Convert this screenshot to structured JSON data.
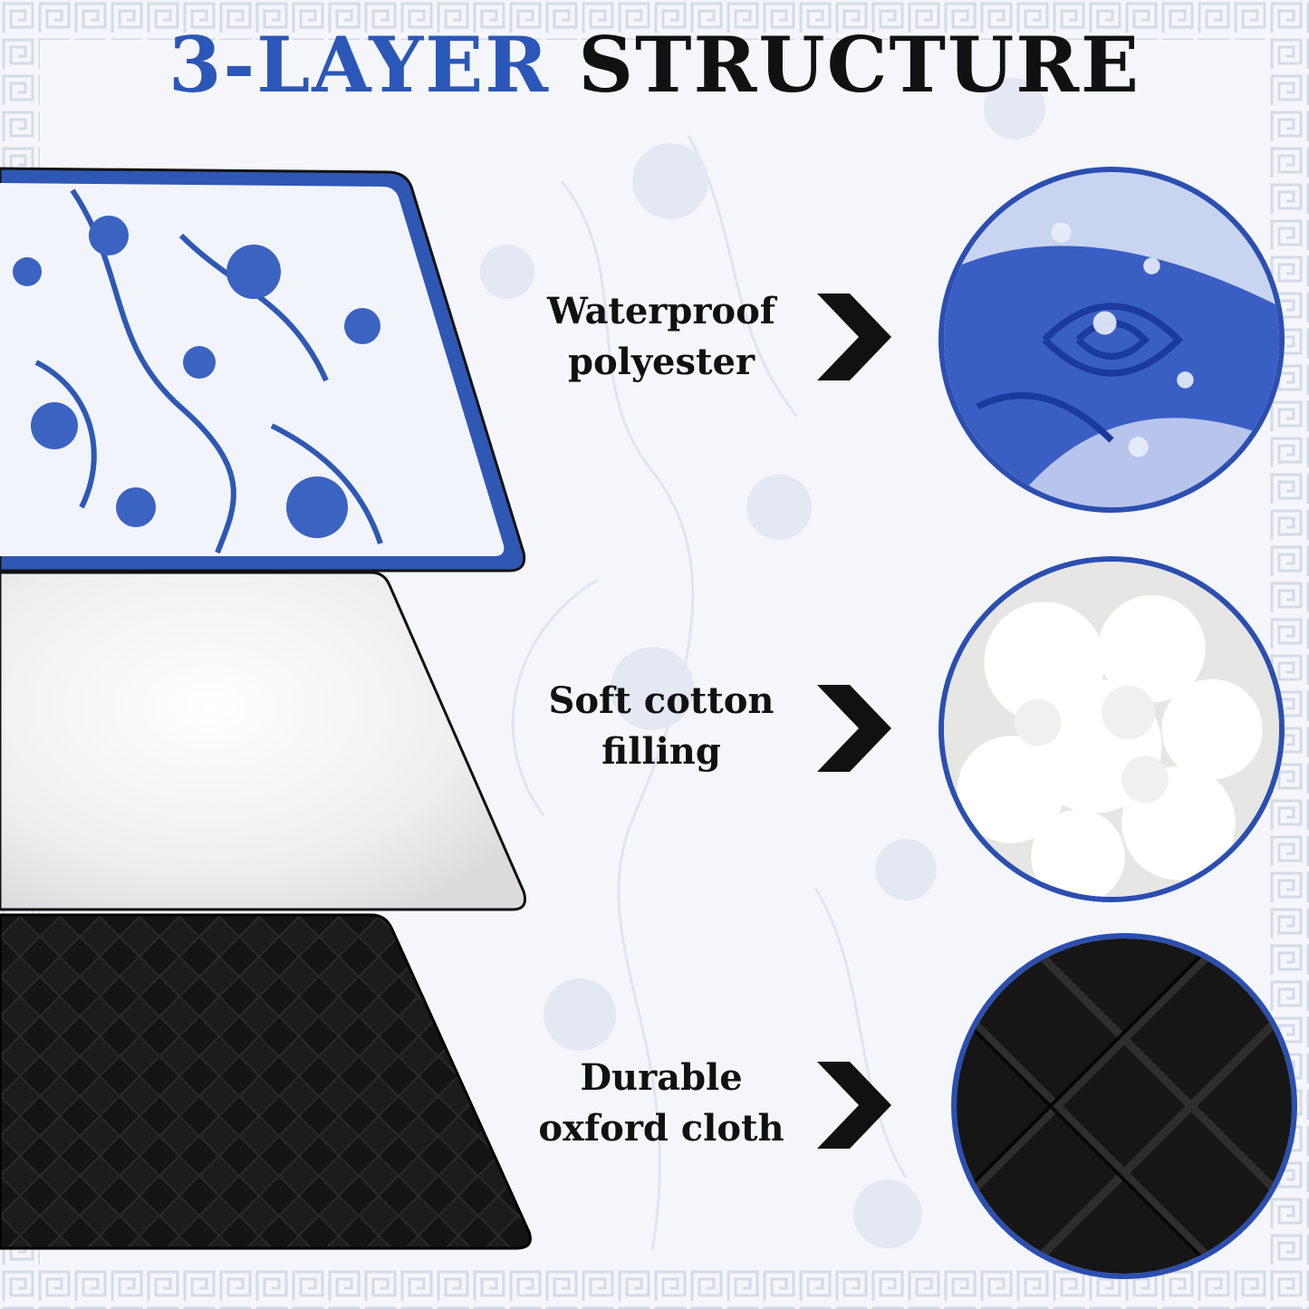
{
  "title": {
    "part1": "3-LAYER",
    "part2": "STRUCTURE"
  },
  "colors": {
    "accent_blue": "#2b57b8",
    "ring_blue": "#2b4fb0",
    "text_dark": "#111111",
    "background": "#f4f6fb"
  },
  "layers": [
    {
      "line1": "Waterproof",
      "line2": "polyester",
      "icon": "blue-floral-fabric-closeup"
    },
    {
      "line1": "Soft cotton",
      "line2": "filling",
      "icon": "cotton-fluff-closeup"
    },
    {
      "line1": "Durable",
      "line2": "oxford cloth",
      "icon": "black-quilted-fabric-closeup"
    }
  ]
}
